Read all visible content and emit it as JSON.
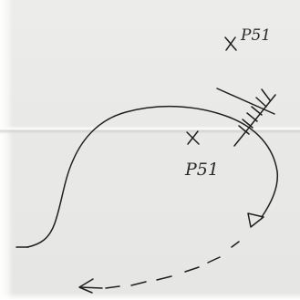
{
  "photo": {
    "paper_color": "#e9e9e7",
    "ink_color": "#1f1f1f"
  },
  "labels": {
    "point_top": "P51",
    "point_middle": "P51"
  },
  "icons": {
    "path_arrow": "hollow-triangle-arrowhead",
    "return_arrow": "open-chevron-arrowhead",
    "point_marker": "cross-marker",
    "hatched_marker": "hatched-boundary-line"
  }
}
